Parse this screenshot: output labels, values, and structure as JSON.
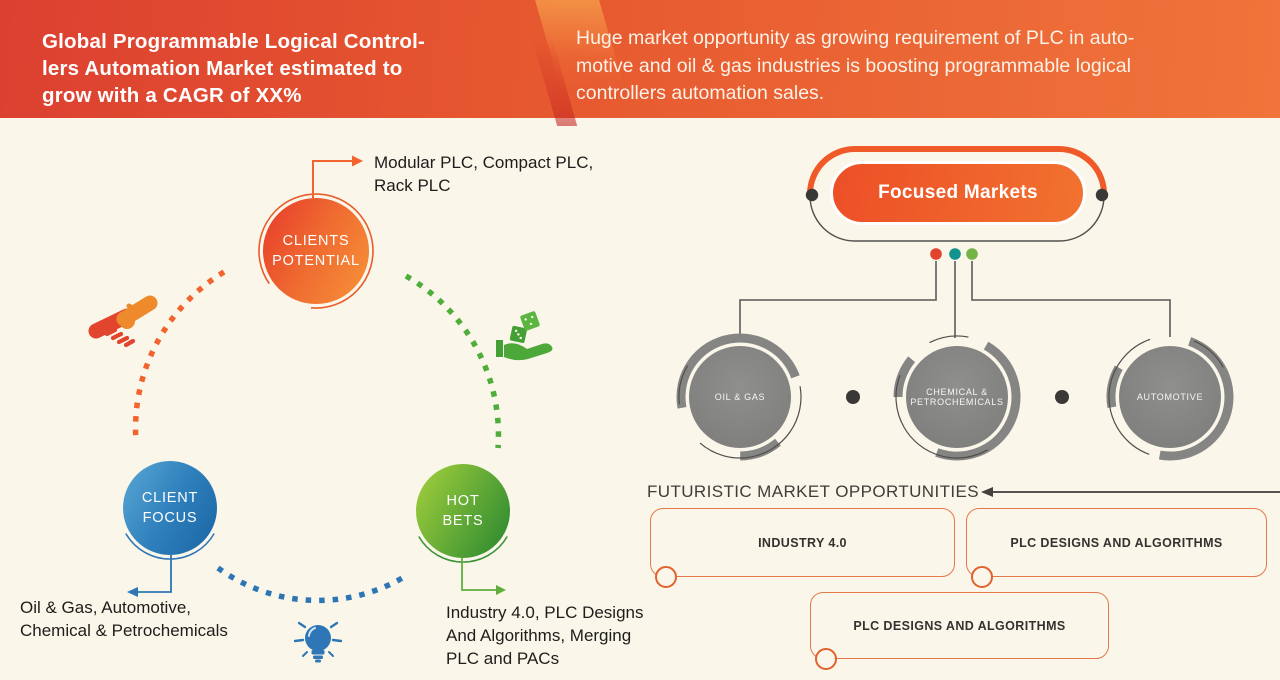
{
  "header": {
    "title": "Global Programmable Logical Control-\nlers Automation Market estimated to\ngrow with a CAGR of XX%",
    "subtitle": "Huge market opportunity as growing requirement of PLC in auto-\nmotive and oil & gas industries is boosting programmable logical\ncontrollers automation sales."
  },
  "left_diagram": {
    "nodes": [
      {
        "label": "CLIENTS\nPOTENTIAL",
        "note": "Modular PLC, Compact PLC,\nRack PLC"
      },
      {
        "label": "CLIENT\nFOCUS",
        "note": "Oil & Gas, Automotive,\nChemical & Petrochemicals"
      },
      {
        "label": "HOT\nBETS",
        "note": "Industry 4.0, PLC Designs\nAnd Algorithms, Merging\nPLC and PACs"
      }
    ],
    "icons": [
      "handshake-icon",
      "dice-hand-icon",
      "lightbulb-icon"
    ]
  },
  "right_diagram": {
    "focused_markets": "Focused Markets",
    "markets": [
      {
        "label": "OIL & GAS"
      },
      {
        "label": "CHEMICAL &\nPETROCHEMICALS"
      },
      {
        "label": "AUTOMOTIVE"
      }
    ],
    "futuristic": {
      "heading": "FUTURISTIC MARKET OPPORTUNITIES",
      "boxes": [
        {
          "label": "INDUSTRY 4.0"
        },
        {
          "label": "PLC DESIGNS AND ALGORITHMS"
        },
        {
          "label": "PLC DESIGNS AND ALGORITHMS"
        }
      ]
    }
  },
  "colors": {
    "background": "#FAF6EA",
    "header_gradient_left": "#DC4031",
    "header_gradient_right": "#F0743B",
    "accent_orange": "#F05A28",
    "node_orange": "#EF6A30",
    "node_blue": "#2E75B5",
    "node_green": "#56A53B",
    "market_gray": "#858583",
    "dot_red": "#E2432E",
    "dot_teal": "#12938E",
    "dot_green": "#74B345",
    "box_border": "#E5794A",
    "dark": "#3B3937"
  }
}
